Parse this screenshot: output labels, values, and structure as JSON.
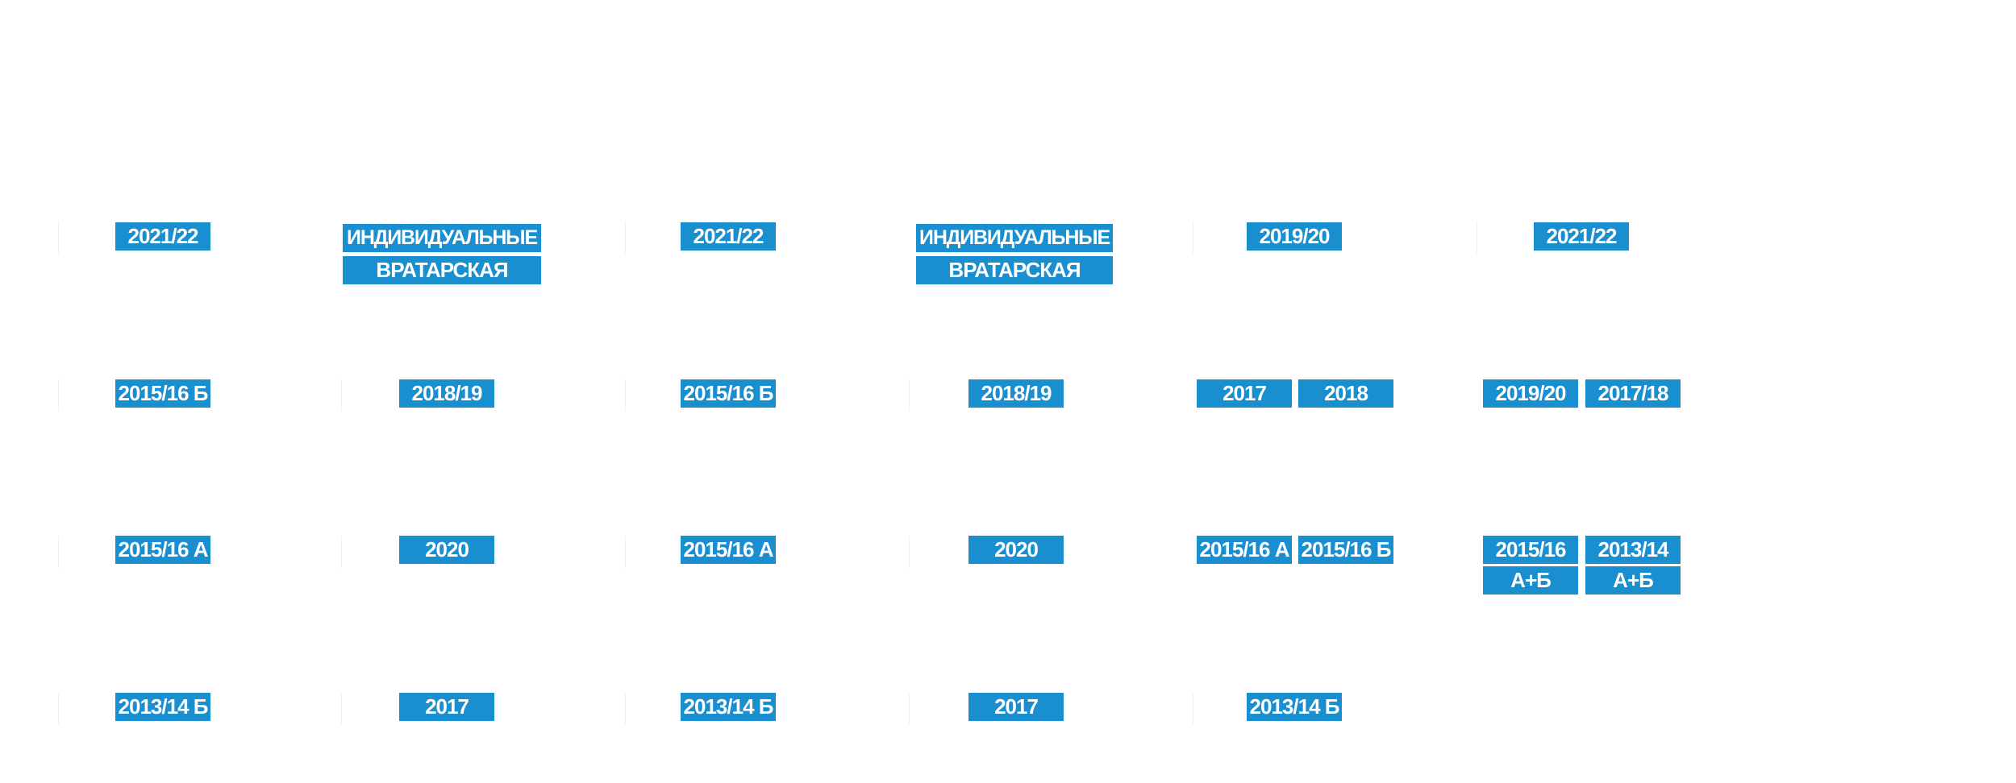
{
  "colors": {
    "tag_bg": "#1a8fcf",
    "tag_text": "#ffffff",
    "page_bg": "#ffffff"
  },
  "tags": {
    "c1": {
      "r1": "2021/22",
      "r2": "2015/16 Б",
      "r3": "2015/16 А",
      "r4": "2013/14 Б"
    },
    "c2": {
      "r1a": "ИНДИВИДУАЛЬНЫЕ",
      "r1b": "ВРАТАРСКАЯ",
      "r2": "2018/19",
      "r3": "2020",
      "r4": "2017"
    },
    "c3": {
      "r1": "2021/22",
      "r2": "2015/16 Б",
      "r3": "2015/16 А",
      "r4": "2013/14 Б"
    },
    "c4": {
      "r1a": "ИНДИВИДУАЛЬНЫЕ",
      "r1b": "ВРАТАРСКАЯ",
      "r2": "2018/19",
      "r3": "2020",
      "r4": "2017"
    },
    "c5": {
      "r1": "2019/20",
      "r2a": "2017",
      "r2b": "2018",
      "r3a": "2015/16 А",
      "r3b": "2015/16 Б",
      "r4": "2013/14 Б"
    },
    "c6": {
      "r1": "2021/22",
      "r2a": "2019/20",
      "r2b": "2017/18",
      "r3a1": "2015/16",
      "r3a2": "А+Б",
      "r3b1": "2013/14",
      "r3b2": "А+Б"
    }
  }
}
